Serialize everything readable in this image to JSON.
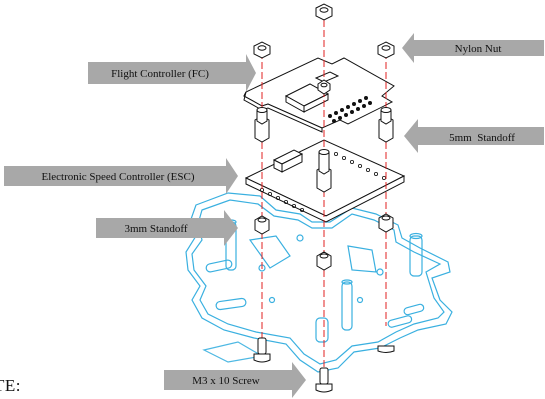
{
  "labels": {
    "flight_controller": "Flight Controller (FC)",
    "nylon_nut": "Nylon Nut",
    "standoff_5mm": "5mm  Standoff",
    "esc": "Electronic Speed Controller (ESC)",
    "standoff_3mm": "3mm Standoff",
    "screw": "M3 x 10 Screw"
  },
  "footer": {
    "note": "TE:"
  },
  "colors": {
    "callout_fill": "#a8a8a8",
    "frame_stroke": "#3ab0e0",
    "axis_line": "#e02020",
    "part_stroke": "#111111"
  }
}
